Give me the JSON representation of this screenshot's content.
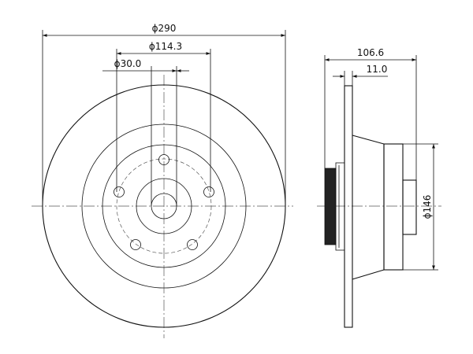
{
  "dimensions": {
    "disc_diameter": "ϕ290",
    "pcd_diameter": "ϕ114.3",
    "center_bore": "ϕ30.0",
    "overall_height": "106.6",
    "disc_thickness": "11.0",
    "hub_diameter": "ϕ146"
  }
}
